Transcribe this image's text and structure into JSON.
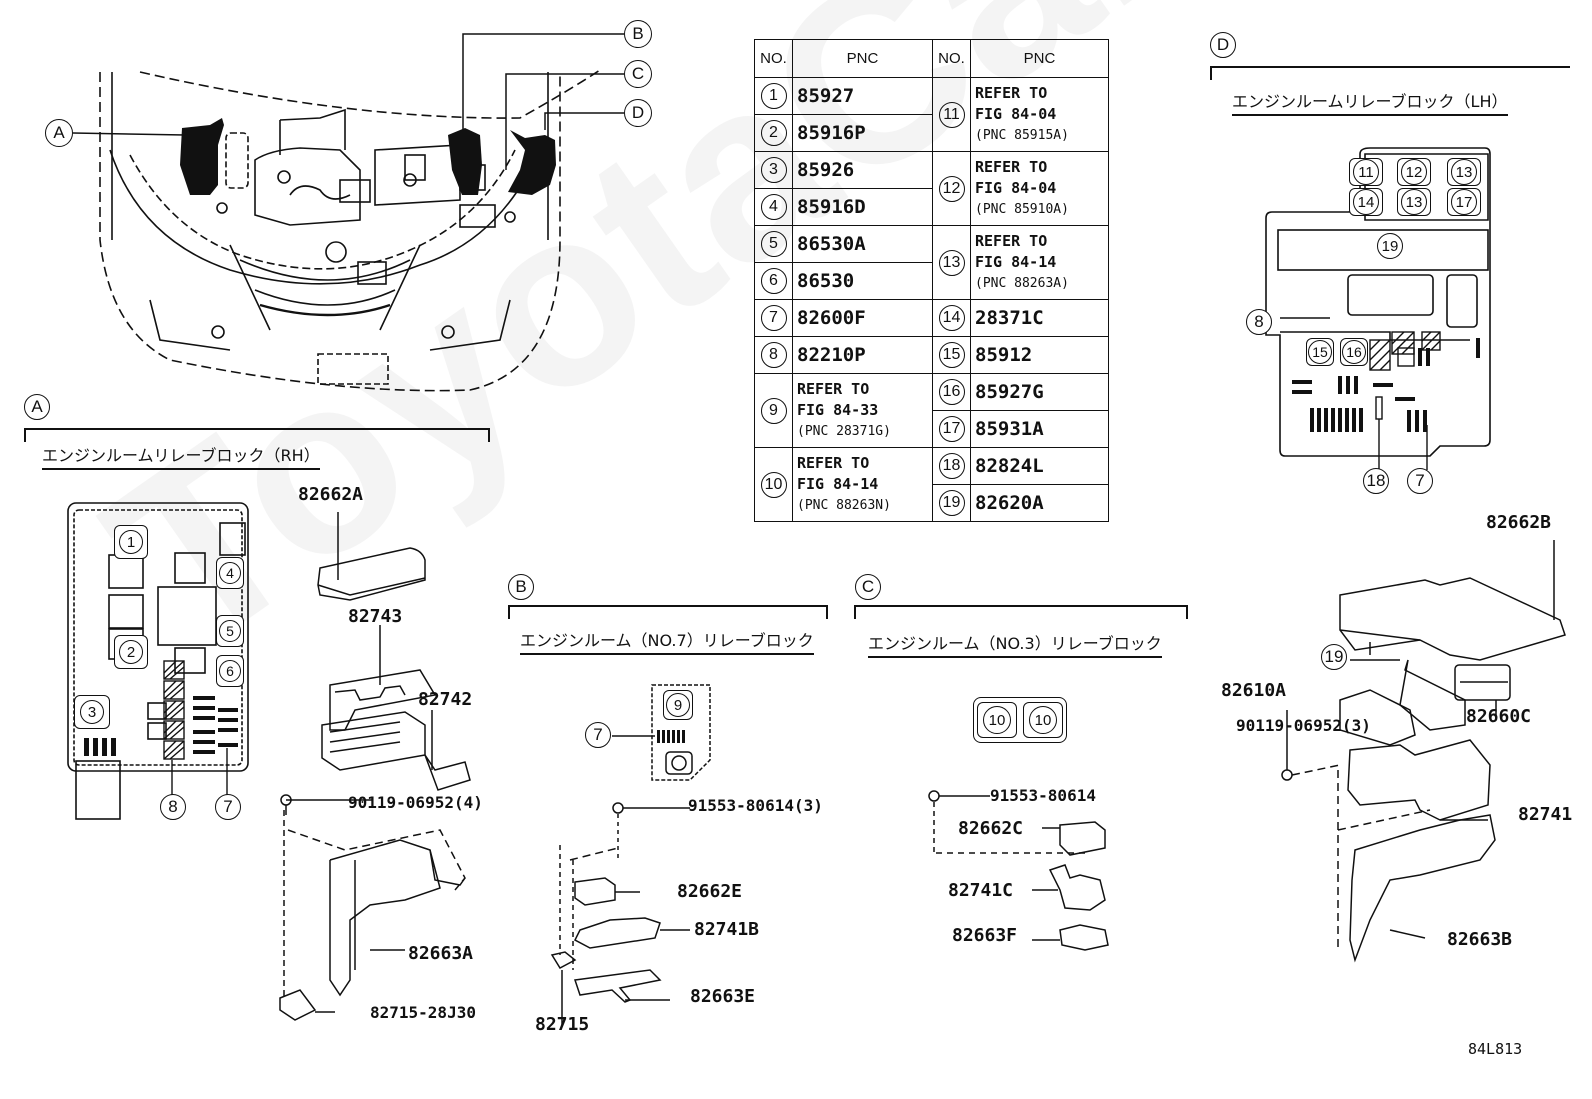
{
  "figure_id": "84L813",
  "watermark": "ToyotaCarParts.ru",
  "overview": {
    "callouts": [
      "A",
      "B",
      "C",
      "D"
    ]
  },
  "pnc_table": {
    "headers": [
      "NO.",
      "PNC",
      "NO.",
      "PNC"
    ],
    "left_rows": [
      {
        "no": "1",
        "pnc": "85927"
      },
      {
        "no": "2",
        "pnc": "85916P"
      },
      {
        "no": "3",
        "pnc": "85926"
      },
      {
        "no": "4",
        "pnc": "85916D"
      },
      {
        "no": "5",
        "pnc": "86530A"
      },
      {
        "no": "6",
        "pnc": "86530"
      },
      {
        "no": "7",
        "pnc": "82600F"
      },
      {
        "no": "8",
        "pnc": "82210P"
      },
      {
        "no": "9",
        "ref_line1": "REFER TO",
        "ref_line2": "FIG 84-33",
        "ref_line3": "(PNC 28371G)"
      },
      {
        "no": "10",
        "ref_line1": "REFER TO",
        "ref_line2": "FIG 84-14",
        "ref_line3": "(PNC 88263N)"
      }
    ],
    "right_rows": [
      {
        "no": "11",
        "ref_line1": "REFER TO",
        "ref_line2": "FIG 84-04",
        "ref_line3": "(PNC 85915A)"
      },
      {
        "no": "12",
        "ref_line1": "REFER TO",
        "ref_line2": "FIG 84-04",
        "ref_line3": "(PNC 85910A)"
      },
      {
        "no": "13",
        "ref_line1": "REFER TO",
        "ref_line2": "FIG 84-14",
        "ref_line3": "(PNC 88263A)"
      },
      {
        "no": "14",
        "pnc": "28371C"
      },
      {
        "no": "15",
        "pnc": "85912"
      },
      {
        "no": "16",
        "pnc": "85927G"
      },
      {
        "no": "17",
        "pnc": "85931A"
      },
      {
        "no": "18",
        "pnc": "82824L"
      },
      {
        "no": "19",
        "pnc": "82620A"
      }
    ]
  },
  "section_a": {
    "callout": "A",
    "title": "エンジンルームリレーブロック（RH）",
    "relay_labels": [
      "1",
      "2",
      "3",
      "4",
      "5",
      "6"
    ],
    "leader_labels": [
      "8",
      "7"
    ],
    "parts": {
      "cover": "82662A",
      "block_upper": "82743",
      "block_lower": "82742",
      "bolt": "90119-06952(4)",
      "bracket": "82663A",
      "clip": "82715-28J30"
    }
  },
  "section_b": {
    "callout": "B",
    "title": "エンジンルーム（NO.7）リレーブロック",
    "relay_labels": [
      "9"
    ],
    "leader_labels": [
      "7"
    ],
    "parts": {
      "bolt": "91553-80614(3)",
      "cover": "82662E",
      "block": "82741B",
      "bracket": "82663E",
      "clip": "82715"
    }
  },
  "section_c": {
    "callout": "C",
    "title": "エンジンルーム（NO.3）リレーブロック",
    "relay_labels": [
      "10",
      "10"
    ],
    "parts": {
      "bolt": "91553-80614",
      "cover": "82662C",
      "block": "82741C",
      "bracket": "82663F"
    }
  },
  "section_d": {
    "callout": "D",
    "title": "エンジンルームリレーブロック（LH）",
    "relay_top_row": [
      "11",
      "12",
      "13"
    ],
    "relay_bottom_row": [
      "14",
      "13",
      "17"
    ],
    "relay_19": "19",
    "relay_lower": [
      "15",
      "16"
    ],
    "leader_labels": [
      "8",
      "18",
      "7"
    ],
    "parts": {
      "cover": "82662B",
      "relay_callout": "19",
      "connector": "82610A",
      "relay_block": "82660C",
      "bolt": "90119-06952(3)",
      "block": "82741",
      "bracket": "82663B"
    }
  }
}
